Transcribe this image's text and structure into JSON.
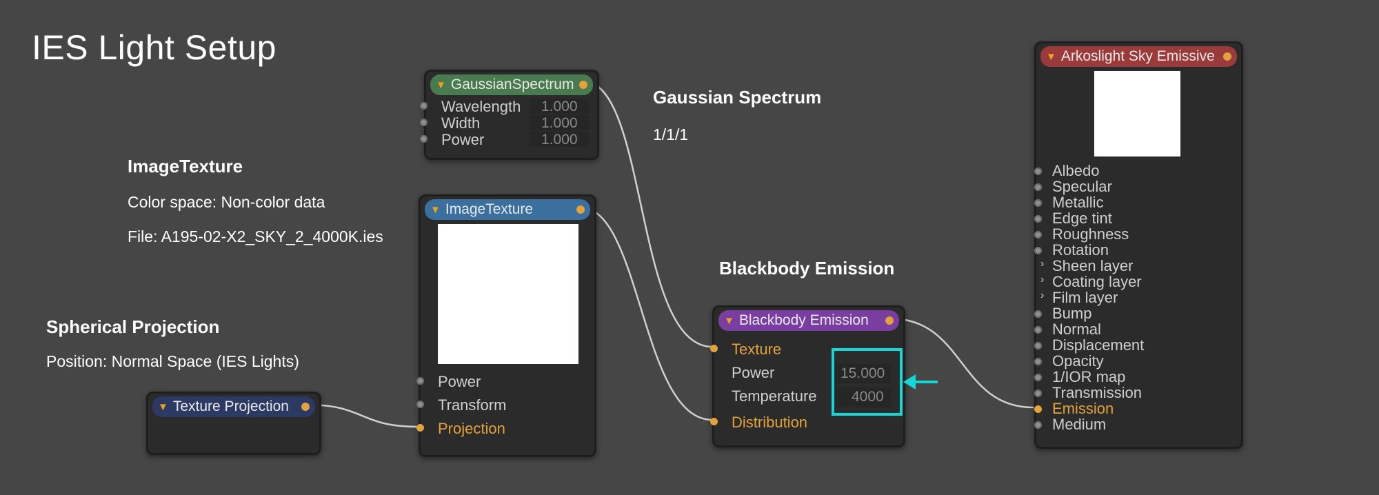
{
  "title": "IES Light Setup",
  "annotations": {
    "gaussian": {
      "heading": "Gaussian Spectrum",
      "line1": "1/1/1"
    },
    "image_texture": {
      "heading": "ImageTexture",
      "line1": "Color space: Non-color data",
      "line2": "File: A195-02-X2_SKY_2_4000K.ies"
    },
    "blackbody": {
      "heading": "Blackbody Emission"
    },
    "spherical": {
      "heading": "Spherical Projection",
      "line1": "Position: Normal Space (IES Lights)"
    }
  },
  "nodes": {
    "gaussian": {
      "title": "GaussianSpectrum",
      "header_color": "#4a7a4f",
      "params": [
        {
          "label": "Wavelength",
          "value": "1.000"
        },
        {
          "label": "Width",
          "value": "1.000"
        },
        {
          "label": "Power",
          "value": "1.000"
        }
      ]
    },
    "image_texture": {
      "title": "ImageTexture",
      "header_color": "#3a6f9e",
      "params": [
        {
          "label": "Power"
        },
        {
          "label": "Transform"
        },
        {
          "label": "Projection",
          "linked": true
        }
      ]
    },
    "texture_projection": {
      "title": "Texture Projection",
      "header_color": "#2c3a63"
    },
    "blackbody": {
      "title": "Blackbody Emission",
      "header_color": "#7a3ea0",
      "params": [
        {
          "label": "Texture",
          "linked": true
        },
        {
          "label": "Power",
          "value": "15.000"
        },
        {
          "label": "Temperature",
          "value": "4000"
        },
        {
          "label": "Distribution",
          "linked": true
        }
      ]
    },
    "material": {
      "title": "Arkoslight Sky Emissive",
      "header_color": "#9a3a3a",
      "params": [
        {
          "label": "Albedo"
        },
        {
          "label": "Specular"
        },
        {
          "label": "Metallic"
        },
        {
          "label": "Edge tint"
        },
        {
          "label": "Roughness"
        },
        {
          "label": "Rotation"
        },
        {
          "label": "Sheen layer",
          "group": true
        },
        {
          "label": "Coating layer",
          "group": true
        },
        {
          "label": "Film layer",
          "group": true
        },
        {
          "label": "Bump"
        },
        {
          "label": "Normal"
        },
        {
          "label": "Displacement"
        },
        {
          "label": "Opacity"
        },
        {
          "label": "1/IOR map"
        },
        {
          "label": "Transmission"
        },
        {
          "label": "Emission",
          "linked": true
        },
        {
          "label": "Medium"
        }
      ]
    }
  },
  "colors": {
    "highlight": "#17d6d6",
    "wire": "#d0d0d0",
    "socket_linked": "#e3a23a"
  }
}
